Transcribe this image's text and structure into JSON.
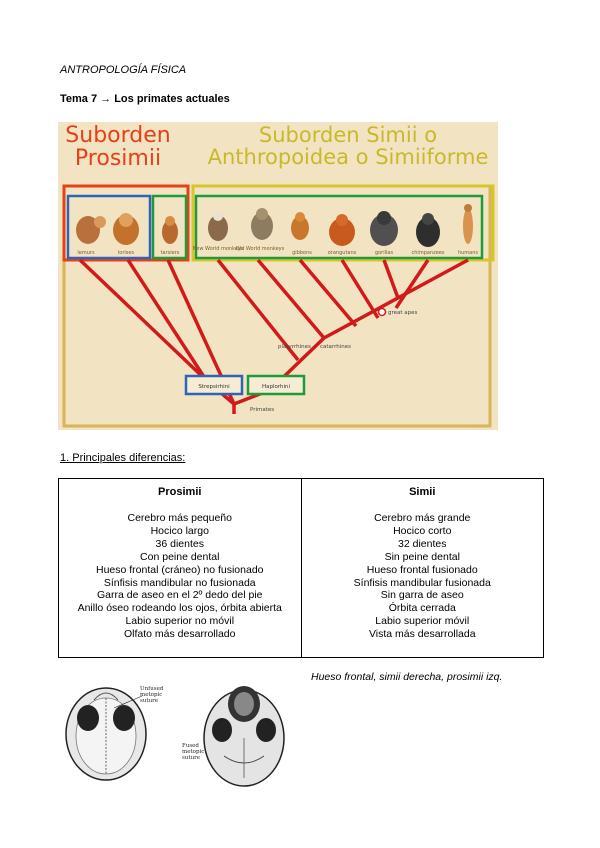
{
  "header": {
    "course": "ANTROPOLOGÍA FÍSICA",
    "topic": "Tema 7 → Los primates actuales"
  },
  "figure": {
    "suborder_prosimii": "Suborden Prosimii",
    "suborder_simii": "Suborden Simii o Anthropoidea o Simiiforme",
    "animals": [
      "lemurs",
      "lorises",
      "tarsiers",
      "New World monkeys",
      "Old World monkeys",
      "gibbons",
      "orangutans",
      "gorillas",
      "chimpanzees",
      "humans"
    ],
    "nodes": {
      "great_apes": "great apes",
      "platyrrhines": "platyrrhines",
      "catarrhines": "catarrhines",
      "strepsirhini": "Strepsirhini",
      "haplorhini": "Haplorhini",
      "primates": "Primates"
    },
    "colors": {
      "prosimii": "#e64018",
      "simii": "#d7c62a",
      "box_blue": "#2f63b8",
      "box_green": "#1e9a3b",
      "tree": "#d21a1a",
      "border": "#d8b45a",
      "background": "#f2e4c3"
    }
  },
  "section": {
    "heading": "1. Principales diferencias:"
  },
  "table": {
    "headers": [
      "Prosimii",
      "Simii"
    ],
    "prosimii": [
      "Cerebro más pequeño",
      "Hocico largo",
      "36 dientes",
      "Con peine dental",
      "Hueso frontal (cráneo) no fusionado",
      "Sínfisis mandibular no fusionada",
      "Garra de aseo en el 2º dedo del pie",
      "Anillo óseo rodeando los ojos, órbita abierta",
      "Labio superior no móvil",
      "Olfato más desarrollado"
    ],
    "simii": [
      "Cerebro más grande",
      "Hocico corto",
      "32 dientes",
      "Sin peine dental",
      "Hueso frontal fusionado",
      "Sínfisis mandibular fusionada",
      "Sin garra de aseo",
      "Órbita cerrada",
      "Labio superior móvil",
      "Vista más desarrollada"
    ]
  },
  "caption": "Hueso frontal, simii derecha, prosimii izq.",
  "skull_labels": {
    "left": "Unfused\nmetopic\nsuture",
    "right": "Fused\nmetopic\nsuture"
  }
}
